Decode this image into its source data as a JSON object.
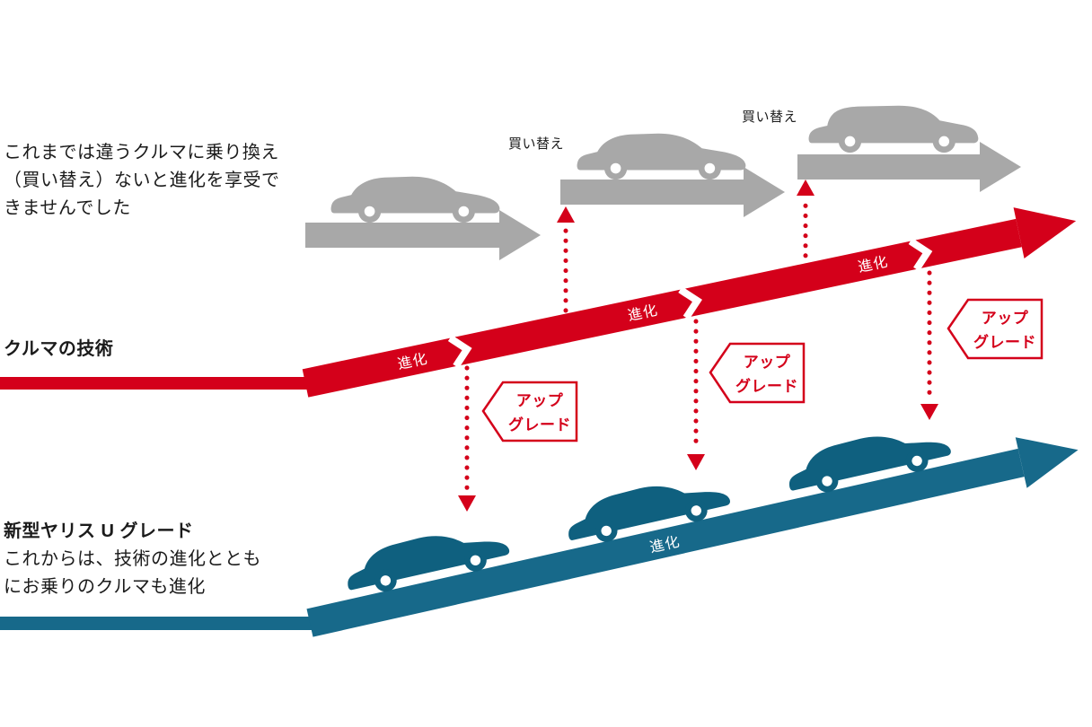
{
  "colors": {
    "accent_red": "#d4001a",
    "gray": "#a8a8a8",
    "teal": "#17698a",
    "teal_car": "#0f607f",
    "text": "#1b1b1b"
  },
  "left_column": {
    "top_note": "これまでは違うクルマに乗り換え\n（買い替え）ないと進化を享受で\nきませんでした",
    "tech_label": "クルマの技術",
    "bottom_title": "新型ヤリス U グレード",
    "bottom_note": "これからは、技術の進化ととも\nにお乗りのクルマも進化"
  },
  "gray_track": {
    "replace_labels": [
      "買い替え",
      "買い替え"
    ]
  },
  "red_track": {
    "evolution_labels": [
      "進化",
      "進化",
      "進化"
    ]
  },
  "teal_track": {
    "evolution_label": "進化"
  },
  "upgrade_labels": [
    "アップ\nグレード",
    "アップ\nグレード",
    "アップ\nグレード"
  ]
}
